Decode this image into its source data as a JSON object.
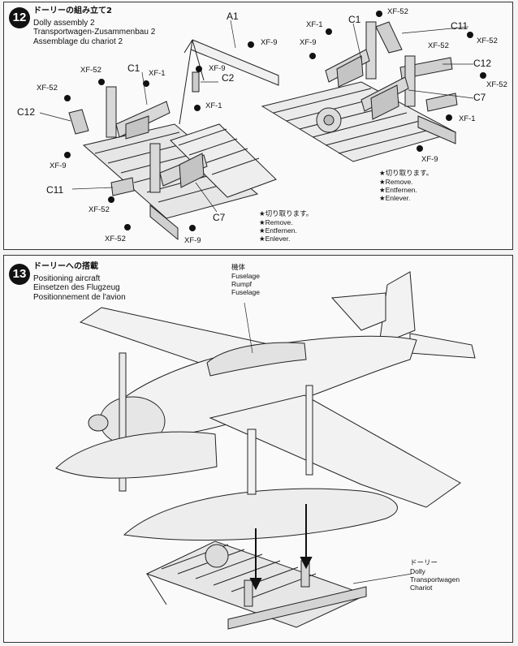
{
  "step12": {
    "number": "12",
    "title_jp": "ドーリーの組み立て2",
    "title_en": "Dolly assembly 2",
    "title_de": "Transportwagen-Zusammenbau 2",
    "title_fr": "Assemblage du chariot 2",
    "part_labels": [
      "A1",
      "C1",
      "C1",
      "C2",
      "C7",
      "C7",
      "C11",
      "C11",
      "C12",
      "C12"
    ],
    "paint_labels": [
      "XF-52",
      "XF-9",
      "XF-1"
    ],
    "remove_note": {
      "jp": "★切り取ります。",
      "en": "★Remove.",
      "de": "★Entfernen.",
      "fr": "★Enlever."
    }
  },
  "step13": {
    "number": "13",
    "title_jp": "ドーリーへの搭載",
    "title_en": "Positioning aircraft",
    "title_de": "Einsetzen des Flugzeug",
    "title_fr": "Positionnement de l'avion",
    "fuselage": {
      "jp": "機体",
      "en": "Fuselage",
      "de": "Rumpf",
      "fr": "Fuselage"
    },
    "dolly": {
      "jp": "ドーリー",
      "en": "Dolly",
      "de": "Transportwagen",
      "fr": "Chariot"
    }
  }
}
